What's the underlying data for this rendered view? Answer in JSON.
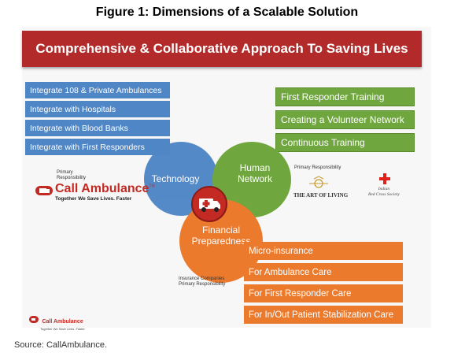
{
  "figure_title": "Figure 1: Dimensions of a Scalable Solution",
  "banner": "Comprehensive & Collaborative Approach To Saving Lives",
  "technology_items": [
    "Integrate 108 & Private Ambulances",
    "Integrate with Hospitals",
    "Integrate with Blood Banks",
    "Integrate with First Responders"
  ],
  "human_items": [
    "First Responder Training",
    "Creating a Volunteer Network",
    "Continuous Training"
  ],
  "financial_items": [
    "Micro-insurance",
    "For Ambulance Care",
    "For First Responder Care",
    "For In/Out Patient Stabilization Care"
  ],
  "circles": {
    "technology": "Technology",
    "human_line1": "Human",
    "human_line2": "Network",
    "financial_line1": "Financial",
    "financial_line2": "Preparedness"
  },
  "responsibility": {
    "primary_line1": "Primary",
    "primary_line2": "Responsibility",
    "primary_right": "Primary Responsibility",
    "insurance_line1": "Insurance Companies",
    "insurance_line2": "Primary Responsibility"
  },
  "logos": {
    "call_ambulance": "Call Ambulance",
    "call_ambulance_tm": "TM",
    "call_ambulance_tagline": "Together We Save Lives. Faster",
    "art_of_living": "THE ART OF LIVING",
    "red_cross_line1": "Indian",
    "red_cross_line2": "Red Cross Society",
    "call_ambulance_small": "Call Ambulance",
    "call_ambulance_small_tag": "Together We Save Lives. Faster"
  },
  "colors": {
    "banner": "#b22a2a",
    "blue": "#4f86c6",
    "green": "#70a63e",
    "orange": "#ec7a2c",
    "red": "#c42a24"
  },
  "icons": [
    "ambulance-icon",
    "red-cross-icon",
    "call-ambulance-logo-icon"
  ],
  "source": "Source: CallAmbulance."
}
